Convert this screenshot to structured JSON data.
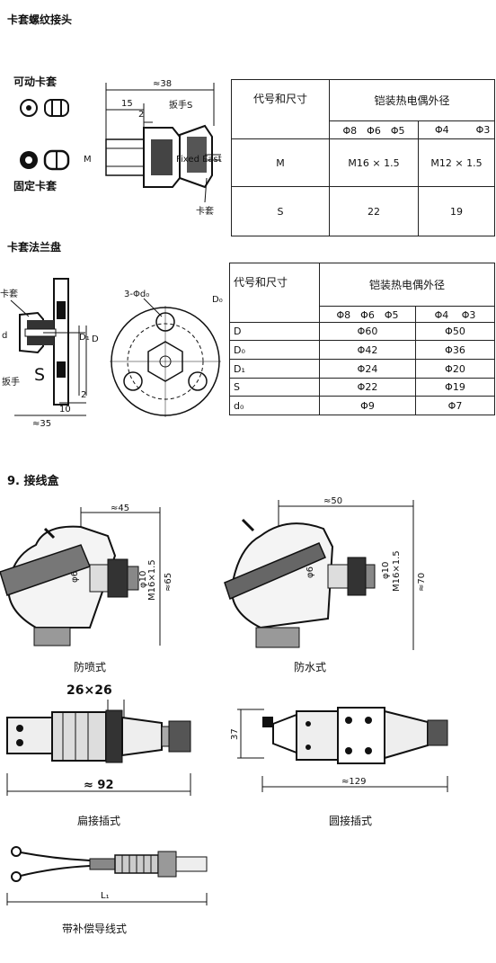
{
  "section1": {
    "title": "卡套螺纹接头",
    "movable_label": "可动卡套",
    "fixed_label": "固定卡套",
    "dims": {
      "d38": "≈38",
      "d15": "15",
      "d2": "2",
      "spanner": "扳手S",
      "m": "M",
      "fixed_east": "Fixed East",
      "ferrule": "卡套"
    },
    "table": {
      "code_header": "代号和尺寸",
      "diameter_header": "铠装热电偶外径",
      "group_a": "Φ8　Φ6　Φ5",
      "group_b_1": "Φ4",
      "group_b_2": "Φ3",
      "rows": [
        {
          "code": "M",
          "a": "M16 × 1.5",
          "b": "M12 × 1.5"
        },
        {
          "code": "S",
          "a": "22",
          "b": "19"
        }
      ]
    }
  },
  "section2": {
    "title": "卡套法兰盘",
    "dims": {
      "ferrule": "卡套",
      "d": "d",
      "d1": "D₁",
      "big_d": "D",
      "s": "S",
      "spanner": "扳手",
      "d10": "10",
      "d2": "2",
      "d35": "≈35",
      "holes": "3-Φd₀",
      "d0": "D₀"
    },
    "table": {
      "code_header": "代号和尺寸",
      "diameter_header": "铠装热电偶外径",
      "group_a": "Φ8　Φ6　Φ5",
      "group_b": "Φ4　 Φ3",
      "rows": [
        {
          "code": "D",
          "a": "Φ60",
          "b": "Φ50"
        },
        {
          "code": "D₀",
          "a": "Φ42",
          "b": "Φ36"
        },
        {
          "code": "D₁",
          "a": "Φ24",
          "b": "Φ20"
        },
        {
          "code": "S",
          "a": "Φ22",
          "b": "Φ19"
        },
        {
          "code": "d₀",
          "a": "Φ9",
          "b": "Φ7"
        }
      ]
    }
  },
  "section3": {
    "title": "9. 接线盒",
    "box1": {
      "caption": "防喷式",
      "d45": "≈45",
      "d6": "φ6",
      "d10": "φ10",
      "thread": "M16×1.5",
      "d65": "≈65"
    },
    "box2": {
      "caption": "防水式",
      "d50": "≈50",
      "d6": "φ6",
      "d10": "φ10",
      "thread": "M16×1.5",
      "d70": "≈70"
    },
    "plug1": {
      "caption": "扁接插式",
      "hex": "26×26",
      "d92": "≈ 92"
    },
    "plug2": {
      "caption": "圆接插式",
      "d37": "37",
      "d129": "≈129"
    },
    "lead": {
      "caption": "带补偿导线式",
      "length": "L₁"
    }
  }
}
